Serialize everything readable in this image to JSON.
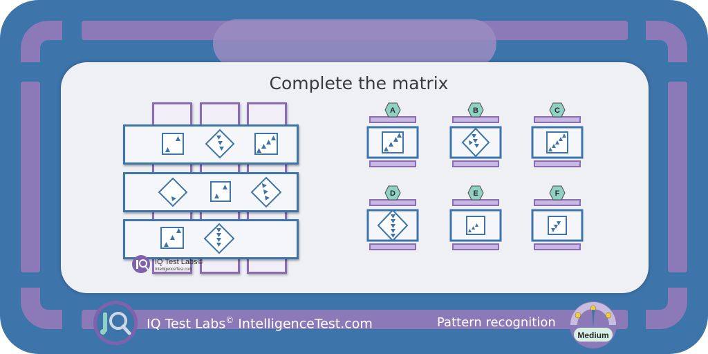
{
  "title": "Complete the matrix",
  "options": [
    "A",
    "B",
    "C",
    "D",
    "E",
    "F"
  ],
  "brand_small": {
    "name": "IQ Test Labs©",
    "site": "IntelligenceTest.com"
  },
  "footer": {
    "brand": "IQ Test Labs",
    "copyright": "©",
    "site": "IntelligenceTest.com",
    "category": "Pattern recognition"
  },
  "difficulty": "Medium",
  "colors": {
    "frame": "#3d74aa",
    "band": "#8c79b8",
    "panel": "#eef0f4",
    "shape": "#3d74aa",
    "tab": "#c9b9e2",
    "tab_border": "#8a6cb4",
    "hex": "#8fd1c2"
  },
  "icons": [
    "iq-logo-icon",
    "magnifier-icon",
    "difficulty-gauge-icon"
  ]
}
